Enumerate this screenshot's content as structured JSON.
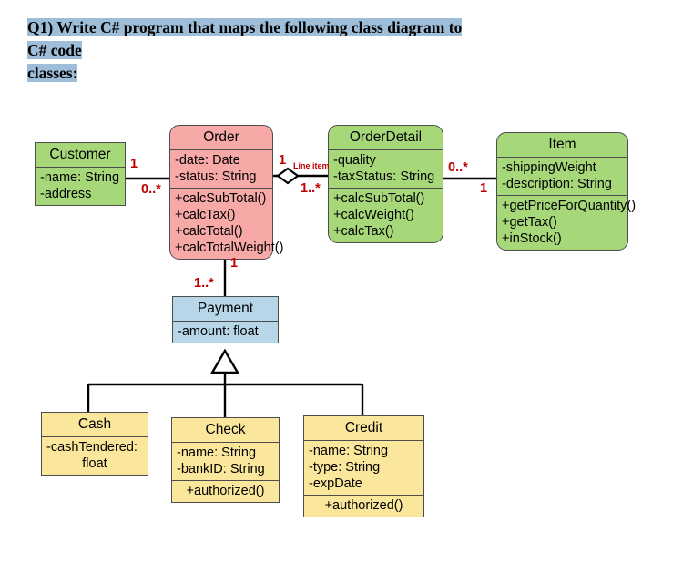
{
  "heading": {
    "line1": "Q1) Write C# program that maps the following class diagram to C# code",
    "line2": "classes:",
    "highlight_color": "#9dbdd8"
  },
  "diagram": {
    "type": "uml-class-diagram",
    "palette": {
      "green": "#a6d87a",
      "pink": "#f6a9a6",
      "blue": "#b7d7e8",
      "yellow": "#fbe79b",
      "border": "#4d4d4d",
      "multiplicity": "#c00000"
    },
    "classes": [
      {
        "id": "customer",
        "name": "Customer",
        "color": "green",
        "shape": "rect",
        "attributes": [
          "-name: String",
          "-address"
        ],
        "operations": []
      },
      {
        "id": "order",
        "name": "Order",
        "color": "pink",
        "shape": "rounded",
        "attributes": [
          "-date: Date",
          "-status: String"
        ],
        "operations": [
          "+calcSubTotal()",
          "+calcTax()",
          "+calcTotal()",
          "+calcTotalWeight()"
        ]
      },
      {
        "id": "orderdetail",
        "name": "OrderDetail",
        "color": "green",
        "shape": "rounded",
        "attributes": [
          "-quality",
          "-taxStatus: String"
        ],
        "operations": [
          "+calcSubTotal()",
          "+calcWeight()",
          "+calcTax()"
        ]
      },
      {
        "id": "item",
        "name": "Item",
        "color": "green",
        "shape": "rounded",
        "attributes": [
          "-shippingWeight",
          "-description: String"
        ],
        "operations": [
          "+getPriceForQuantity()",
          "+getTax()",
          "+inStock()"
        ]
      },
      {
        "id": "payment",
        "name": "Payment",
        "color": "blue",
        "shape": "rect",
        "attributes": [
          "-amount: float"
        ],
        "operations": []
      },
      {
        "id": "cash",
        "name": "Cash",
        "color": "yellow",
        "shape": "rect",
        "attributes": [
          "-cashTendered:",
          "float"
        ],
        "operations": []
      },
      {
        "id": "check",
        "name": "Check",
        "color": "yellow",
        "shape": "rect",
        "attributes": [
          "-name: String",
          "-bankID: String"
        ],
        "operations": [
          "+authorized()"
        ]
      },
      {
        "id": "credit",
        "name": "Credit",
        "color": "yellow",
        "shape": "rect",
        "attributes": [
          "-name: String",
          "-type: String",
          "-expDate"
        ],
        "operations": [
          "+authorized()"
        ]
      }
    ],
    "relationships": [
      {
        "id": "customer-order",
        "from": "Customer",
        "to": "Order",
        "kind": "association",
        "source_multiplicity": "1",
        "target_multiplicity": "0..*"
      },
      {
        "id": "order-orderdetail",
        "from": "Order",
        "to": "OrderDetail",
        "kind": "aggregation",
        "label": "Line item",
        "source_multiplicity": "1",
        "target_multiplicity": "1..*"
      },
      {
        "id": "orderdetail-item",
        "from": "OrderDetail",
        "to": "Item",
        "kind": "association",
        "source_multiplicity": "0..*",
        "target_multiplicity": "1"
      },
      {
        "id": "order-payment",
        "from": "Order",
        "to": "Payment",
        "kind": "association",
        "source_multiplicity": "1",
        "target_multiplicity": "1..*"
      },
      {
        "id": "payment-cash",
        "from": "Cash",
        "to": "Payment",
        "kind": "generalization"
      },
      {
        "id": "payment-check",
        "from": "Check",
        "to": "Payment",
        "kind": "generalization"
      },
      {
        "id": "payment-credit",
        "from": "Credit",
        "to": "Payment",
        "kind": "generalization"
      }
    ],
    "labels": {
      "customer_one": "1",
      "order_many": "0..*",
      "order_one": "1",
      "orderdetail_many": "1..*",
      "line_item": "Line item",
      "orderdetail_many_item": "0..*",
      "item_one": "1",
      "order_payment_one": "1",
      "payment_many": "1..*"
    }
  }
}
